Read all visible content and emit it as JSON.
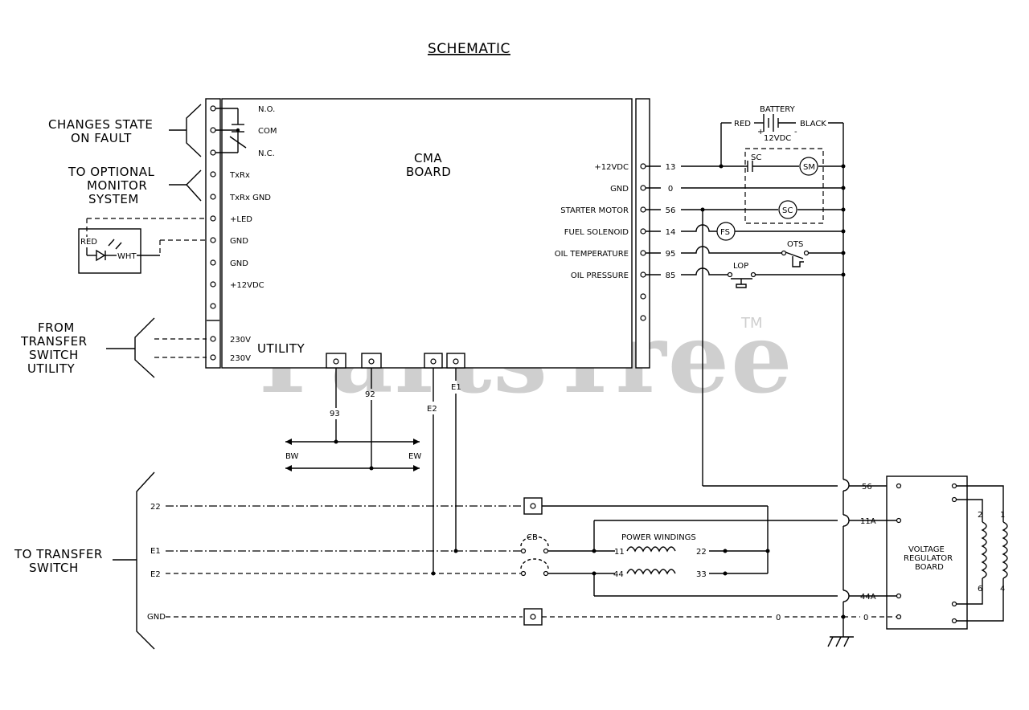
{
  "title": "SCHEMATIC",
  "watermark": {
    "brand": "PartsTree",
    "trademark": "TM"
  },
  "left_notes": {
    "changes_state_1": "CHANGES STATE",
    "changes_state_2": "ON FAULT",
    "monitor_1": "TO OPTIONAL",
    "monitor_2": "MONITOR",
    "monitor_3": "SYSTEM",
    "from_ts_1": "FROM",
    "from_ts_2": "TRANSFER",
    "from_ts_3": "SWITCH",
    "from_ts_4": "UTILITY",
    "to_ts_1": "TO TRANSFER",
    "to_ts_2": "SWITCH"
  },
  "cma_board": {
    "name_1": "CMA",
    "name_2": "BOARD",
    "utility": "UTILITY",
    "left_terminals": [
      "N.O.",
      "COM",
      "N.C.",
      "TxRx",
      "TxRx GND",
      "+LED",
      "GND",
      "GND",
      "+12VDC",
      "",
      "230V",
      "230V"
    ],
    "right_terminals": [
      "+12VDC",
      "GND",
      "STARTER MOTOR",
      "FUEL SOLENOID",
      "OIL TEMPERATURE",
      "OIL PRESSURE"
    ],
    "right_wires": [
      "13",
      "0",
      "56",
      "14",
      "95",
      "85"
    ],
    "bottom_wires": {
      "w93": "93",
      "w92": "92",
      "e2": "E2",
      "e1": "E1"
    }
  },
  "led": {
    "red": "RED",
    "wht": "WHT"
  },
  "battery": {
    "label": "BATTERY",
    "voltage": "12VDC",
    "red": "RED",
    "black": "BLACK",
    "plus": "+",
    "minus": "-"
  },
  "components": {
    "sc": "SC",
    "sm": "SM",
    "fs": "FS",
    "ots": "OTS",
    "lop": "LOP",
    "cb": "CB"
  },
  "bw_ew": {
    "bw": "BW",
    "ew": "EW"
  },
  "transfer_lines": {
    "l22": "22",
    "le1": "E1",
    "le2": "E2",
    "lgnd": "GND"
  },
  "power_windings": {
    "label": "POWER WINDINGS",
    "w11": "11",
    "w22": "22",
    "w44": "44",
    "w33": "33"
  },
  "regulator": {
    "name_1": "VOLTAGE",
    "name_2": "REGULATOR",
    "name_3": "BOARD",
    "w56": "56",
    "w11a": "11A",
    "w44a": "44A",
    "w0a": "0",
    "w0b": "0",
    "coil_2": "2",
    "coil_6": "6",
    "coil_1": "1",
    "coil_4": "4"
  }
}
